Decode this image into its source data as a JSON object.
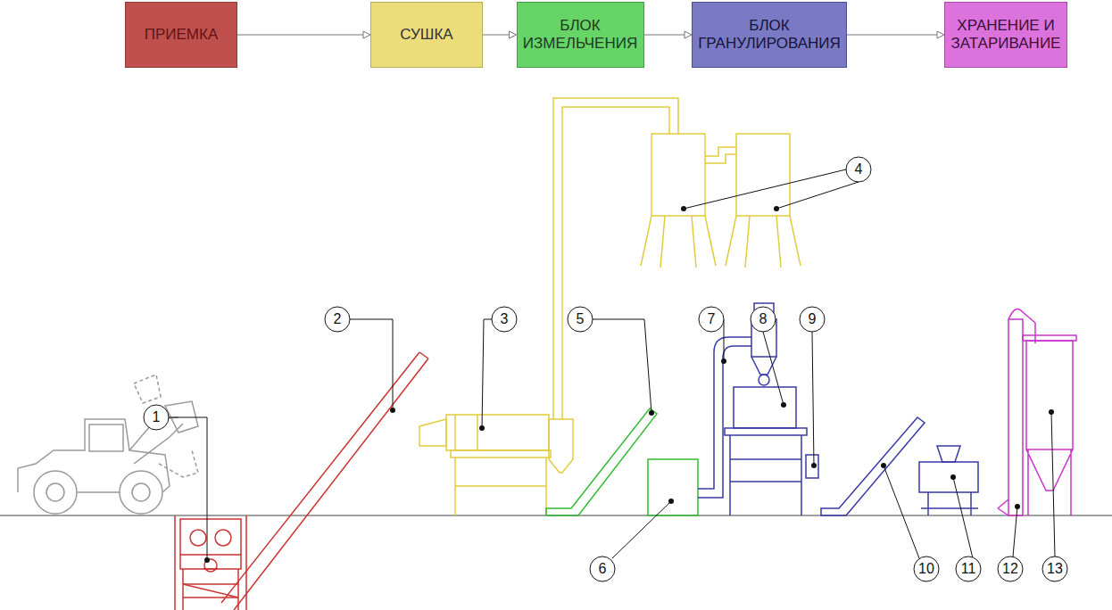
{
  "diagram": {
    "nodes": [
      {
        "text": [
          "ПРИЕМКА"
        ]
      },
      {
        "text": [
          "СУШКА"
        ]
      },
      {
        "text": [
          "БЛОК ИЗМЕЛЬЧЕНИЯ"
        ]
      },
      {
        "text": [
          "БЛОК ГРАНУЛИРОВАНИЯ"
        ]
      },
      {
        "text": [
          "ХРАНЕНИЕ И ЗАТАРИВАНИЕ"
        ]
      }
    ],
    "edges": [
      {
        "from": 0,
        "to": 1,
        "arrow": "to"
      },
      {
        "from": 1,
        "to": 2,
        "arrow": "to"
      },
      {
        "from": 2,
        "to": 3,
        "arrow": "to"
      },
      {
        "from": 3,
        "to": 4,
        "arrow": "to"
      }
    ],
    "labels": [
      "1",
      "2",
      "3",
      "4",
      "5",
      "6",
      "7",
      "8",
      "9",
      "10",
      "11",
      "12",
      "13"
    ]
  }
}
